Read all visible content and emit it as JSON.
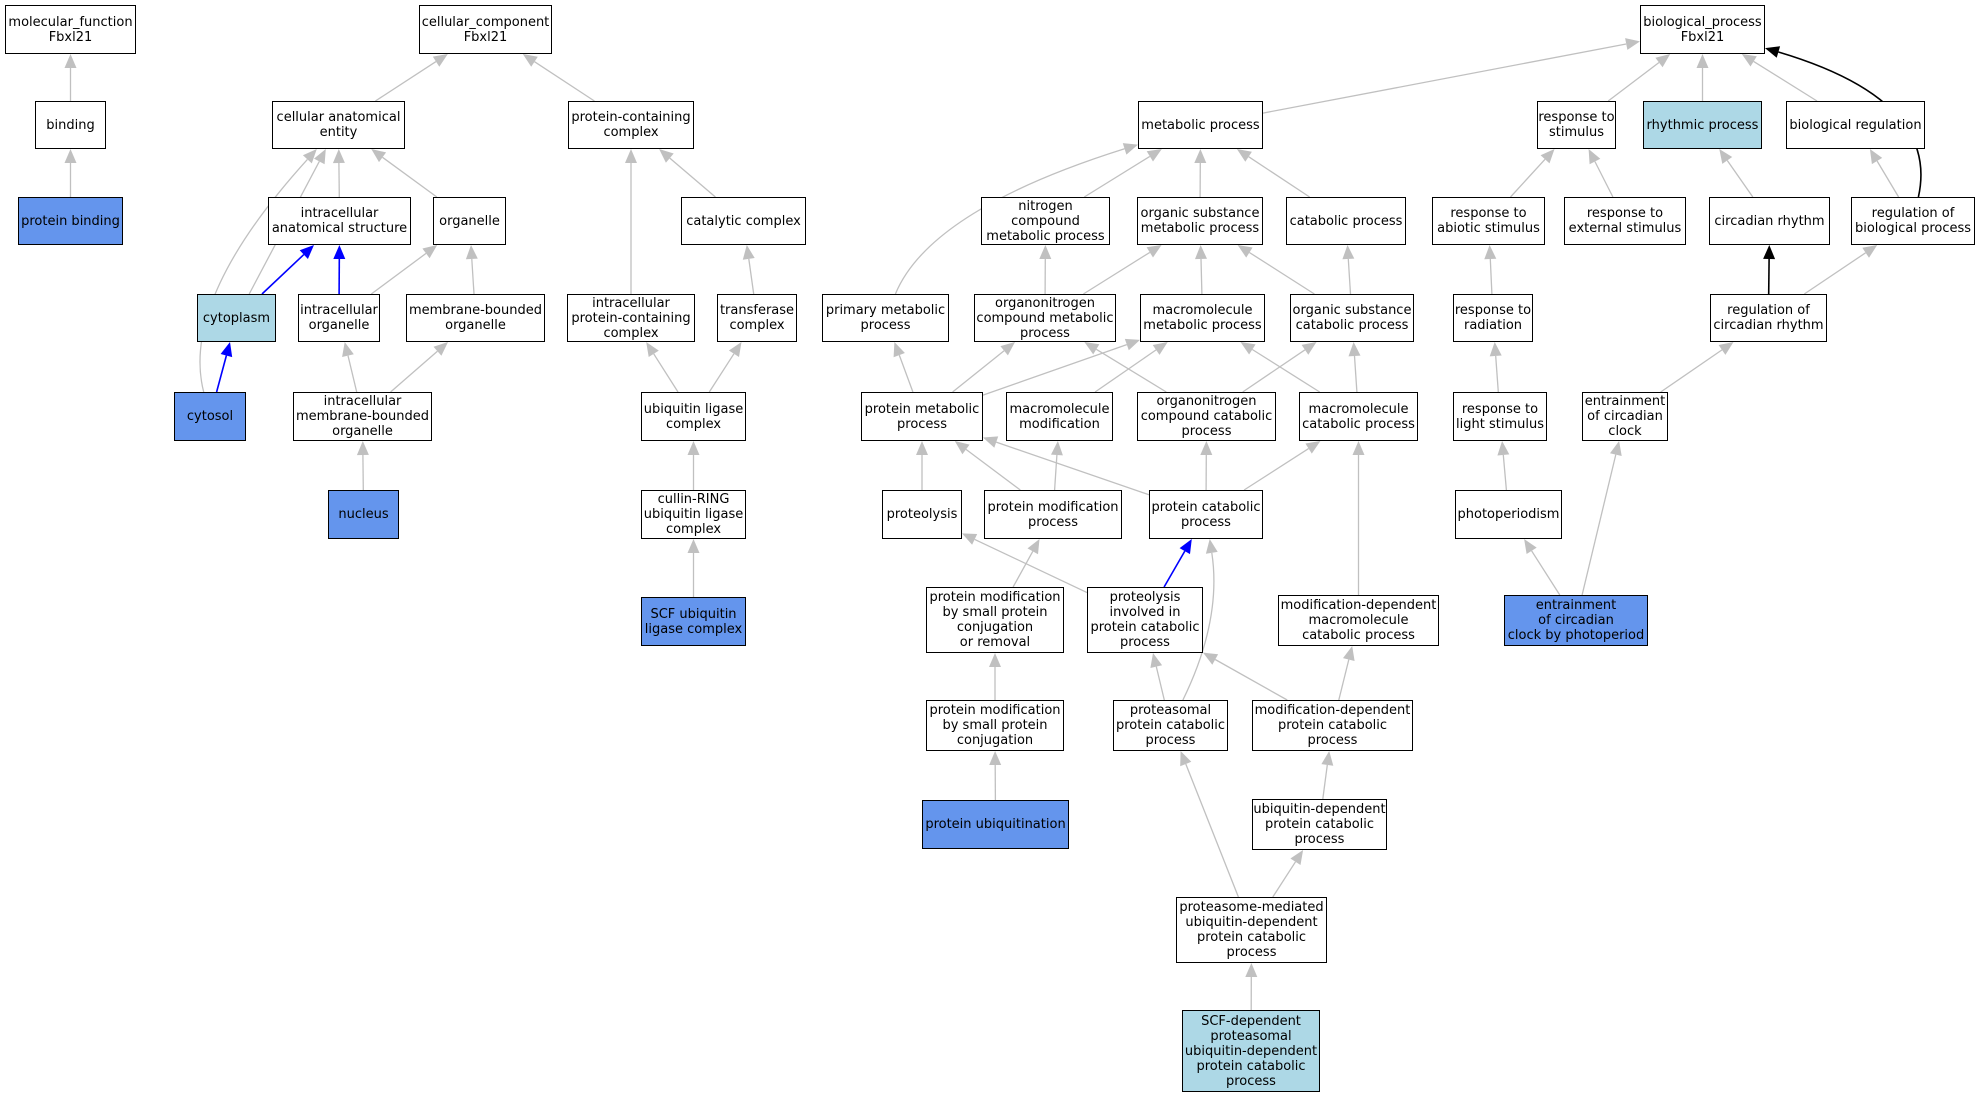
{
  "colors": {
    "gray_edge": "#c0c0c0",
    "blue_edge": "#0000ff",
    "black_edge": "#000000",
    "node_fill": "#ffffff",
    "dark_fill": "#6495ed",
    "light_fill": "#add8e6"
  },
  "nodes": {
    "mf": {
      "label": "molecular_function\nFbxl21"
    },
    "cc": {
      "label": "cellular_component\nFbxl21"
    },
    "bp": {
      "label": "biological_process\nFbxl21"
    },
    "binding": {
      "label": "binding"
    },
    "protein_binding": {
      "label": "protein binding"
    },
    "cae": {
      "label": "cellular anatomical\nentity"
    },
    "pcc": {
      "label": "protein-containing\ncomplex"
    },
    "ias": {
      "label": "intracellular\nanatomical structure"
    },
    "organelle": {
      "label": "organelle"
    },
    "cytoplasm": {
      "label": "cytoplasm"
    },
    "io": {
      "label": "intracellular\norganelle"
    },
    "mbo": {
      "label": "membrane-bounded\norganelle"
    },
    "cytosol": {
      "label": "cytosol"
    },
    "imbo": {
      "label": "intracellular\nmembrane-bounded\norganelle"
    },
    "nucleus": {
      "label": "nucleus"
    },
    "catalytic": {
      "label": "catalytic complex"
    },
    "ipcc": {
      "label": "intracellular\nprotein-containing\ncomplex"
    },
    "transferase": {
      "label": "transferase\ncomplex"
    },
    "ubl": {
      "label": "ubiquitin ligase\ncomplex"
    },
    "crl": {
      "label": "cullin-RING\nubiquitin ligase\ncomplex"
    },
    "scf": {
      "label": "SCF ubiquitin\nligase complex"
    },
    "mp": {
      "label": "metabolic process"
    },
    "rts": {
      "label": "response to\nstimulus"
    },
    "rp": {
      "label": "rhythmic process"
    },
    "breg": {
      "label": "biological regulation"
    },
    "ncmp": {
      "label": "nitrogen compound\nmetabolic process"
    },
    "osmp": {
      "label": "organic substance\nmetabolic process"
    },
    "catp": {
      "label": "catabolic process"
    },
    "ras": {
      "label": "response to\nabiotic stimulus"
    },
    "res": {
      "label": "response to\nexternal stimulus"
    },
    "cr": {
      "label": "circadian rhythm"
    },
    "rbp": {
      "label": "regulation of\nbiological process"
    },
    "pmp": {
      "label": "primary metabolic\nprocess"
    },
    "ocmp": {
      "label": "organonitrogen\ncompound metabolic\nprocess"
    },
    "mmp": {
      "label": "macromolecule\nmetabolic process"
    },
    "oscp": {
      "label": "organic substance\ncatabolic process"
    },
    "rrad": {
      "label": "response to\nradiation"
    },
    "rcr": {
      "label": "regulation of\ncircadian rhythm"
    },
    "protmp": {
      "label": "protein metabolic\nprocess"
    },
    "mm": {
      "label": "macromolecule\nmodification"
    },
    "occp": {
      "label": "organonitrogen\ncompound catabolic\nprocess"
    },
    "mcp": {
      "label": "macromolecule\ncatabolic process"
    },
    "rls": {
      "label": "response to\nlight stimulus"
    },
    "ecc": {
      "label": "entrainment\nof circadian\nclock"
    },
    "proteolysis": {
      "label": "proteolysis"
    },
    "pmod": {
      "label": "protein modification\nprocess"
    },
    "pcp": {
      "label": "protein catabolic\nprocess"
    },
    "photo": {
      "label": "photoperiodism"
    },
    "pmsp": {
      "label": "protein modification\nby small protein\nconjugation\nor removal"
    },
    "pipcp": {
      "label": "proteolysis\ninvolved in\nprotein catabolic\nprocess"
    },
    "mdmcp": {
      "label": "modification-dependent\nmacromolecule\ncatabolic process"
    },
    "eccp": {
      "label": "entrainment\nof circadian\nclock by photoperiod"
    },
    "pmspc": {
      "label": "protein modification\nby small protein\nconjugation"
    },
    "ppcp": {
      "label": "proteasomal\nprotein catabolic\nprocess"
    },
    "mdpcp": {
      "label": "modification-dependent\nprotein catabolic\nprocess"
    },
    "pu": {
      "label": "protein ubiquitination"
    },
    "udpcp": {
      "label": "ubiquitin-dependent\nprotein catabolic\nprocess"
    },
    "pmudp": {
      "label": "proteasome-mediated\nubiquitin-dependent\nprotein catabolic\nprocess"
    },
    "scfd": {
      "label": "SCF-dependent\nproteasomal\nubiquitin-dependent\nprotein catabolic\nprocess"
    }
  }
}
